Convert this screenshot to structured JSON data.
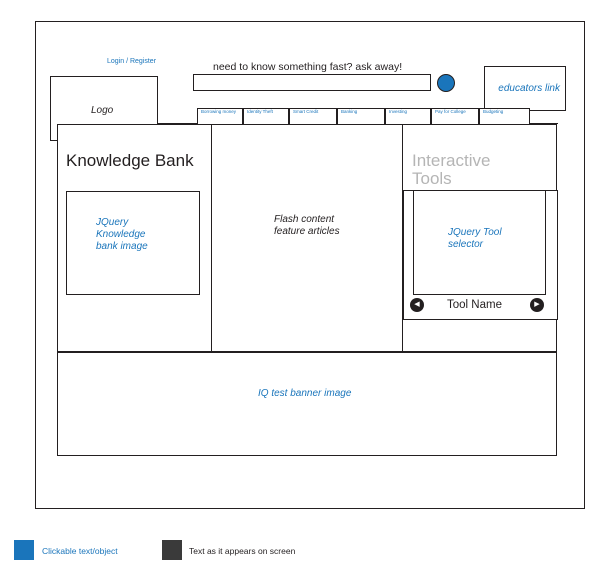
{
  "header": {
    "login_register": "Login / Register",
    "ask_heading": "need to know something fast? ask away!",
    "search_placeholder": "",
    "educators_link": "educators link",
    "logo_label": "Logo"
  },
  "nav": {
    "tabs": [
      {
        "label": "Borrowing money"
      },
      {
        "label": "Identity Theft"
      },
      {
        "label": "Smart Credit"
      },
      {
        "label": "Banking"
      },
      {
        "label": "Investing"
      },
      {
        "label": "Pay for College"
      },
      {
        "label": "Budgeting"
      }
    ]
  },
  "knowledge_bank": {
    "title": "Knowledge Bank",
    "image_label": "JQuery Knowledge bank image"
  },
  "feature": {
    "label": "Flash content feature articles"
  },
  "interactive_tools": {
    "title": "Interactive Tools",
    "selector_label": "JQuery Tool selector",
    "tool_name": "Tool Name"
  },
  "banner": {
    "label": "IQ test banner image"
  },
  "legend": {
    "items": [
      {
        "label": "Clickable text/object",
        "color": "#1a75bb"
      },
      {
        "label": "Text as it appears on screen",
        "color": "#3a3a3a"
      }
    ]
  },
  "colors": {
    "accent": "#1a75bb",
    "text": "#231f20",
    "muted": "#b5b5b5"
  }
}
